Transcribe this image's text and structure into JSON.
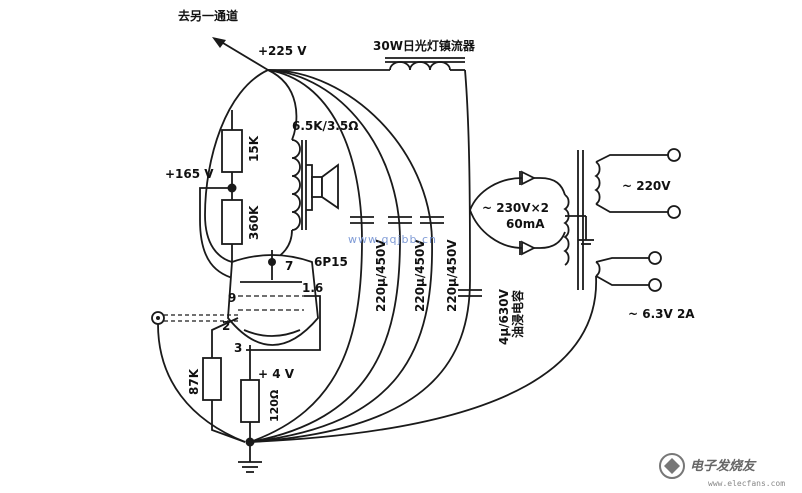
{
  "labels": {
    "to_other_channel": "去另一通道",
    "b_plus_225": "+225 V",
    "ballast": "30W日光灯镇流器",
    "ot_spec": "6.5K/3.5Ω",
    "r15k": "15K",
    "plus_165": "+165 V",
    "r360k": "360K",
    "pin7": "7",
    "tube": "6P15",
    "pin9": "9",
    "pin16": "1.6",
    "pin2": "2",
    "pin3": "3",
    "r87k": "87K",
    "plus_4v": "+ 4 V",
    "r120": "120Ω",
    "cap1": "220μ/450V",
    "cap2": "220μ/450V",
    "cap3": "220μ/450V",
    "cap4": "4μ/630V",
    "cap4_type": "油浸电容",
    "rect_spec": "~ 230V×2",
    "rect_current": "60mA",
    "mains": "~ 220V",
    "heater": "~ 6.3V 2A"
  },
  "watermark": "www.qqjbb.cn",
  "brand": {
    "name": "电子发烧友",
    "url": "www.elecfans.com"
  }
}
